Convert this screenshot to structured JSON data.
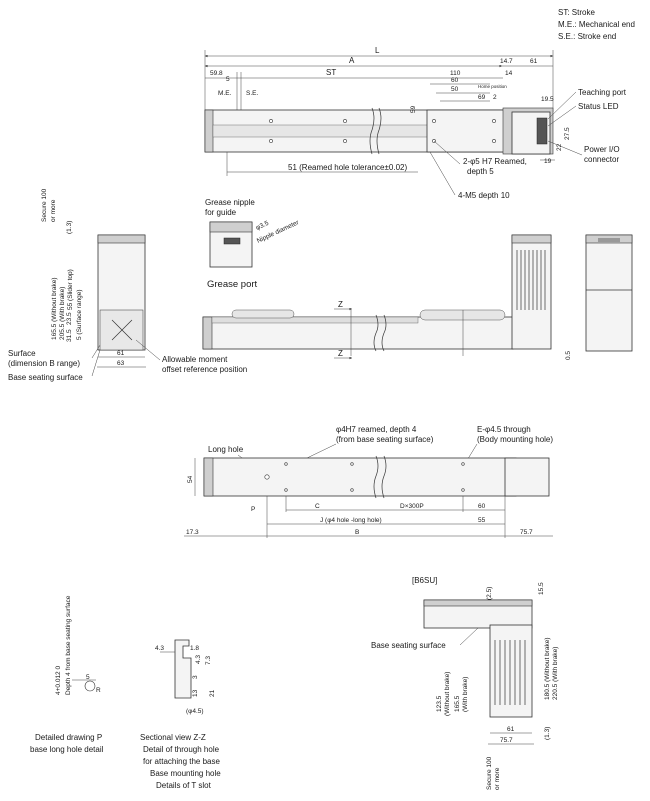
{
  "legend": {
    "st": "ST: Stroke",
    "me": "M.E.: Mechanical end",
    "se": "S.E.: Stroke end"
  },
  "top_view": {
    "L": "L",
    "A": "A",
    "d14_7": "14.7",
    "d61": "61",
    "d59_8": "59.8",
    "ST": "ST",
    "d110": "110",
    "d14": "14",
    "me": "M.E.",
    "se": "S.E.",
    "d5": "5",
    "d60": "60",
    "d50": "50",
    "home": "Home position",
    "d69": "69",
    "d2": "2",
    "d59": "59",
    "d19_5": "19.5",
    "d22": "22",
    "d27_5": "27.5",
    "d19": "19",
    "teaching_port": "Teaching port",
    "status_led": "Status LED",
    "power_io_1": "Power I/O",
    "power_io_2": "connector",
    "reamed_tol": "51 (Reamed hole tolerance±0.02)",
    "reamed_1": "2-φ5 H7 Reamed,",
    "reamed_2": "depth 5",
    "m5": "4-M5 depth 10"
  },
  "side_view": {
    "secure_1": "Secure 100",
    "secure_2": "or more",
    "d1_3": "(1.3)",
    "h165_5": "165.5 (Without brake)",
    "h205_5": "205.5 (With brake)",
    "d55": "55 (Slider top)",
    "d5s": "5 (Surface range)",
    "d31_5": "31.5",
    "d23_5": "23.5",
    "surface_1": "Surface",
    "surface_2": "(dimension B range)",
    "base_seating": "Base seating surface",
    "w61": "61",
    "w63": "63",
    "moment_1": "Allowable moment",
    "moment_2": "offset reference position",
    "grease_nipple_1": "Grease nipple",
    "grease_nipple_2": "for guide",
    "phi3_5": "φ3.5",
    "nipple_dia": "Nipple diameter",
    "grease_port": "Grease port",
    "z": "Z",
    "d0_5": "0.5"
  },
  "bottom_view": {
    "phi4h7_1": "φ4H7 reamed, depth 4",
    "phi4h7_2": "(from base seating surface)",
    "ephi_1": "E-φ4.5 through",
    "ephi_2": "(Body mounting hole)",
    "long_hole": "Long hole",
    "d54": "54",
    "P": "P",
    "C": "C",
    "Dx300P": "D×300P",
    "d60": "60",
    "J": "J (φ4 hole -long hole)",
    "d55": "55",
    "d17_3": "17.3",
    "B": "B",
    "d75_7": "75.7"
  },
  "detail_p": {
    "depth": "Depth 4 from base seating surface",
    "tol": "4+0.012 0",
    "d5": "5",
    "R": "R",
    "caption_1": "Detailed drawing P",
    "caption_2": "base long hole detail"
  },
  "section_zz": {
    "d4_3": "4.3",
    "d1_8": "1.8",
    "d4_3b": "4.3",
    "d7_3": "7.3",
    "d3": "3",
    "d21": "21",
    "d13": "13",
    "phi4_5": "(φ4.5)",
    "caption_1": "Sectional view Z-Z",
    "caption_2": "Detail of through hole",
    "caption_3": "for attaching the base",
    "caption_4": "Base mounting hole",
    "caption_5": "Details of T slot"
  },
  "b6su": {
    "tag": "[B6SU]",
    "d2_5": "(2.5)",
    "d15_5": "15.5",
    "base_seating": "Base seating surface",
    "h123_5": "123.5",
    "without_brake": "(Without brake)",
    "h165_5": "165.5",
    "with_brake": "(With brake)",
    "h180_5": "180.5 (Without brake)",
    "h220_5": "220.5 (With brake)",
    "d61": "61",
    "d75_7": "75.7",
    "d1_3": "(1.3)",
    "secure_1": "Secure 100",
    "secure_2": "or more"
  }
}
